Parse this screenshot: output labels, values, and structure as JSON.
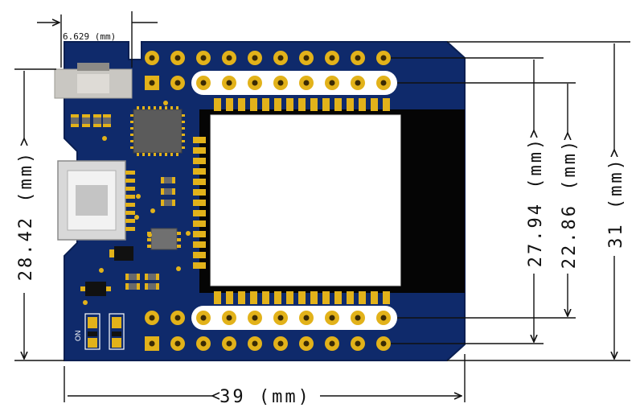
{
  "dimensions": {
    "width_label": "39 (mm)",
    "height_label": "31 (mm)",
    "left_height_label": "28.42 (mm)",
    "pin_row_label": "27.94 (mm)",
    "inner_row_label": "22.86 (mm)",
    "button_offset_label": "6.629 (mm)"
  },
  "silkscreen": {
    "on_label": "ON"
  },
  "colors": {
    "pcb": "#0f2a6b",
    "pad_gold": "#e2b21a",
    "antenna": "#050505",
    "module": "#ffffff"
  }
}
